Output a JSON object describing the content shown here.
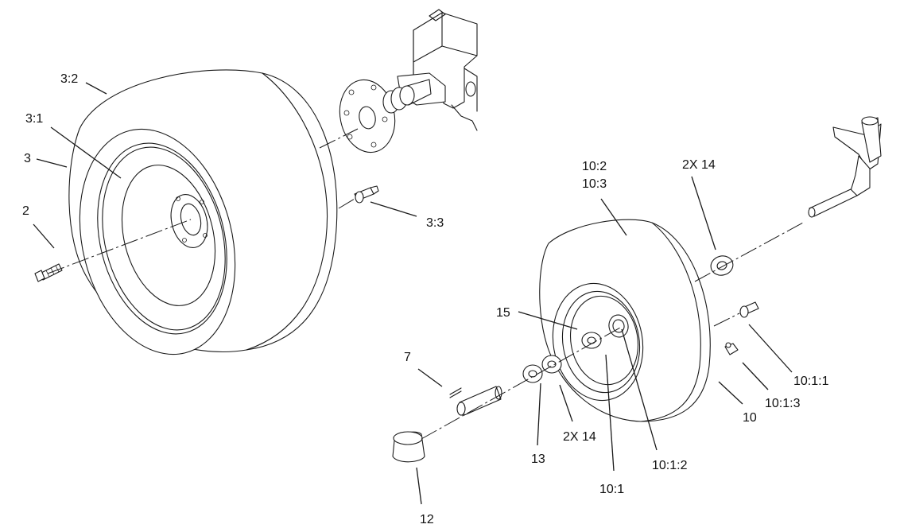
{
  "callouts": {
    "c_3_2": "3:2",
    "c_3_1": "3:1",
    "c_3": "3",
    "c_2": "2",
    "c_3_3": "3:3",
    "c_10_2": "10:2",
    "c_10_3": "10:3",
    "c_2x14_top": "2X 14",
    "c_15": "15",
    "c_7": "7",
    "c_10_1_1": "10:1:1",
    "c_10_1_3": "10:1:3",
    "c_10": "10",
    "c_13": "13",
    "c_2x14_bottom": "2X 14",
    "c_10_1": "10:1",
    "c_10_1_2": "10:1:2",
    "c_12": "12"
  },
  "colors": {
    "line": "#1a1a1a",
    "background": "#ffffff"
  }
}
